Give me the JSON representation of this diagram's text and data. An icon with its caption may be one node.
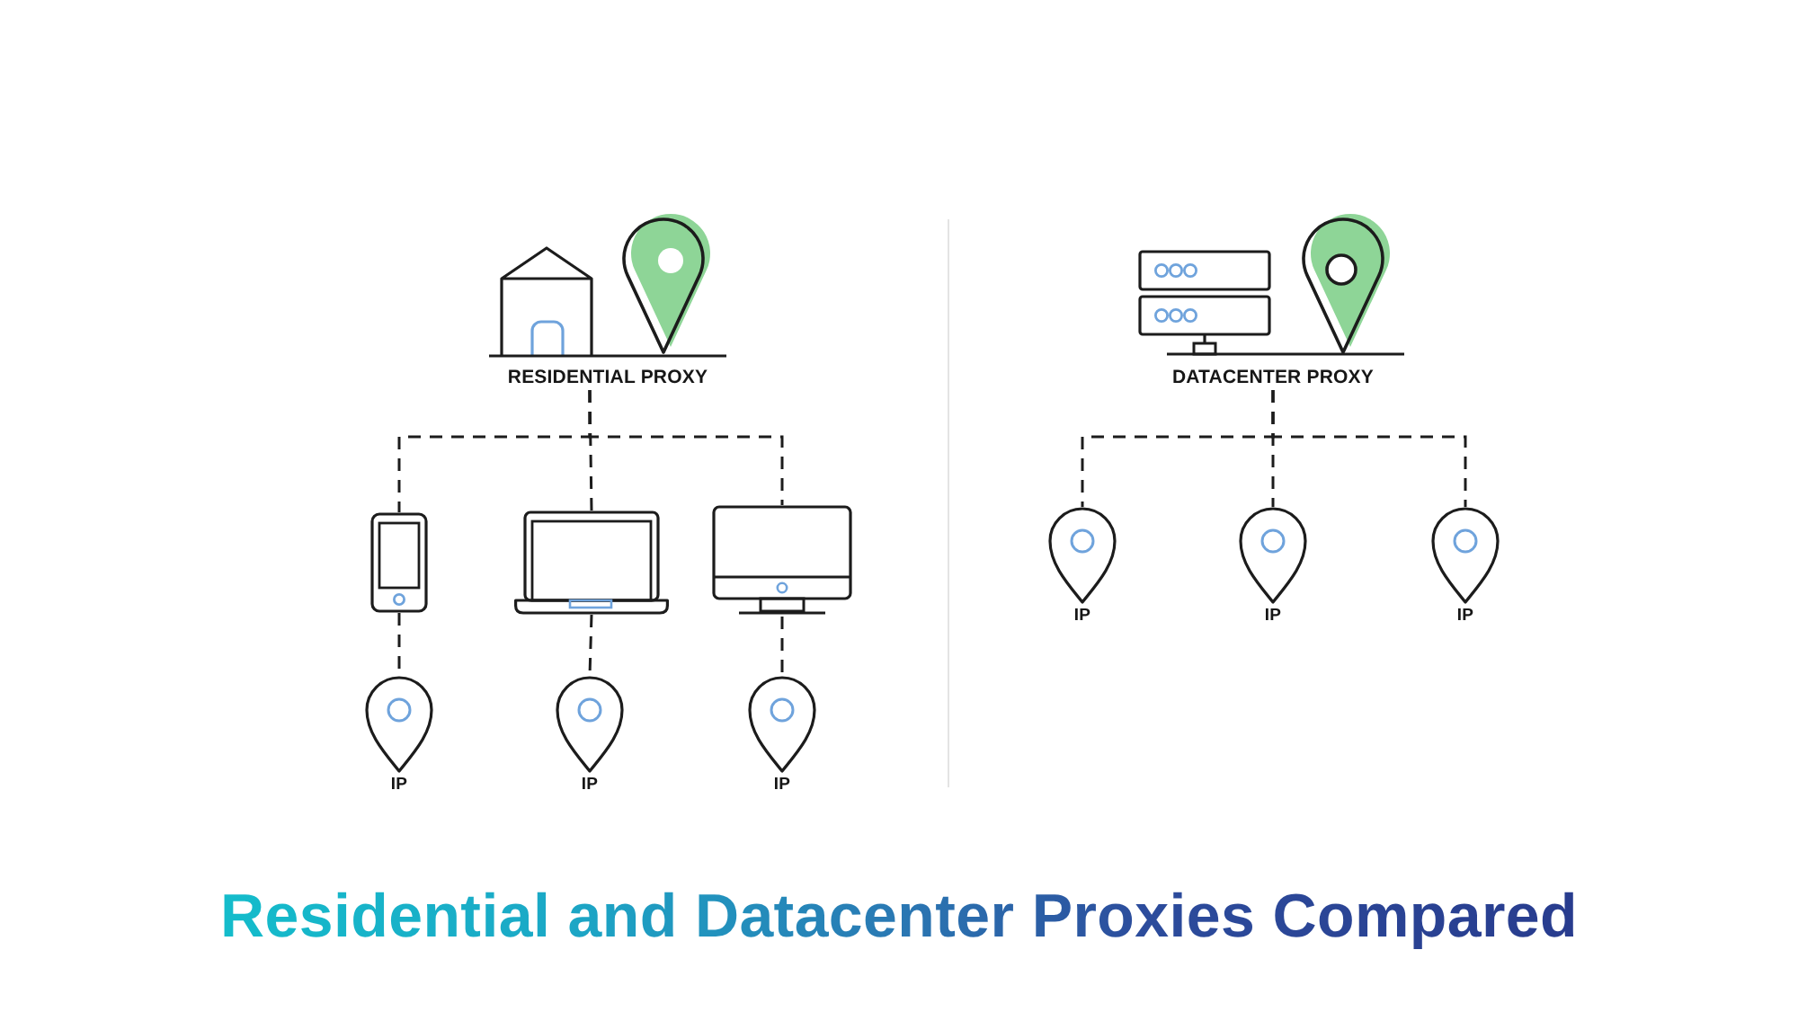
{
  "diagram": {
    "title": "Residential and Datacenter Proxies Compared",
    "nodes": [
      {
        "text": [
          "RESIDENTIAL PROXY"
        ]
      },
      {
        "text": [],
        "shape": "picture"
      },
      {
        "text": [],
        "shape": "picture"
      },
      {
        "text": [],
        "shape": "picture"
      },
      {
        "text": [
          "IP"
        ]
      },
      {
        "text": [
          "IP"
        ]
      },
      {
        "text": [
          "IP"
        ]
      },
      {
        "text": [
          "DATACENTER PROXY"
        ]
      },
      {
        "text": [
          "IP"
        ]
      },
      {
        "text": [
          "IP"
        ]
      },
      {
        "text": [
          "IP"
        ]
      }
    ],
    "edges": [
      {
        "from": 0,
        "to": 1,
        "arrow": "none",
        "style": "dashed"
      },
      {
        "from": 0,
        "to": 2,
        "arrow": "none",
        "style": "dashed"
      },
      {
        "from": 0,
        "to": 3,
        "arrow": "none",
        "style": "dashed"
      },
      {
        "from": 1,
        "to": 4,
        "arrow": "none",
        "style": "dashed"
      },
      {
        "from": 2,
        "to": 5,
        "arrow": "none",
        "style": "dashed"
      },
      {
        "from": 3,
        "to": 6,
        "arrow": "none",
        "style": "dashed"
      },
      {
        "from": 7,
        "to": 8,
        "arrow": "none",
        "style": "dashed"
      },
      {
        "from": 7,
        "to": 9,
        "arrow": "none",
        "style": "dashed"
      },
      {
        "from": 7,
        "to": 10,
        "arrow": "none",
        "style": "dashed"
      }
    ]
  }
}
